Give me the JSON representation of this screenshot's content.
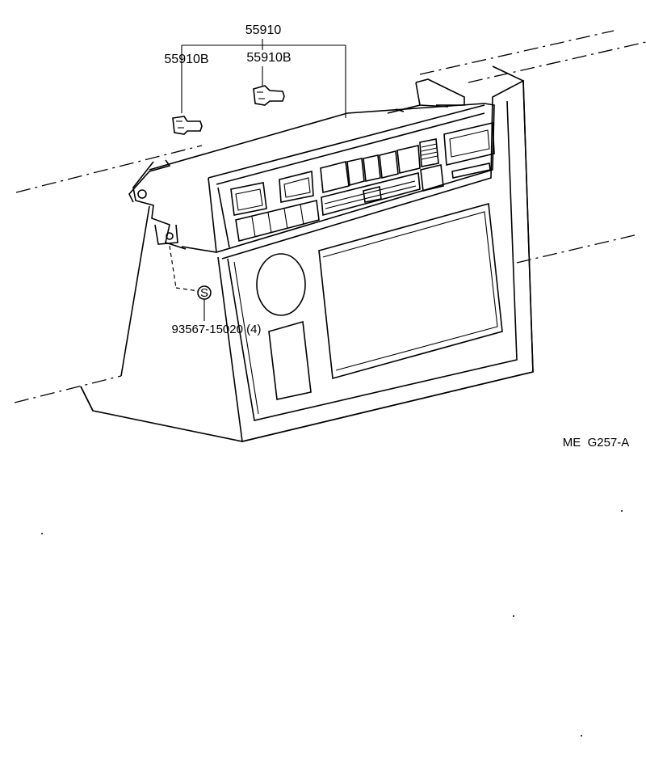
{
  "diagram": {
    "part_assembly_label": "55910",
    "part_bulb_left_label": "55910B",
    "part_bulb_right_label": "55910B",
    "screw_symbol": "S",
    "screw_label": "93567-15020 (4)",
    "drawing_code": "ME  G257-A"
  }
}
